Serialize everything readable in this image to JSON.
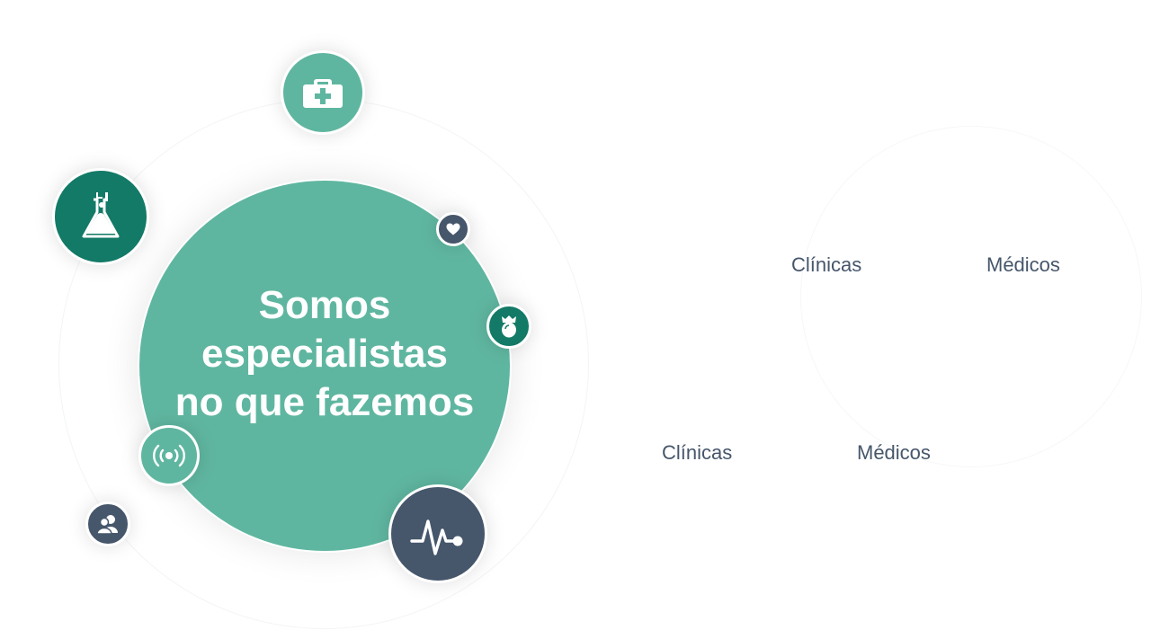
{
  "hero": {
    "title": "Somos\nespecialistas\nno que fazemos"
  },
  "labels": {
    "row1_left": "Clínicas",
    "row1_right": "Médicos",
    "row2_left": "Clínicas",
    "row2_right": "Médicos"
  },
  "colors": {
    "primary_green": "#5fb6a0",
    "dark_green": "#127a66",
    "slate": "#46566b",
    "text": "#46566b"
  },
  "icons": [
    "medical-kit-icon",
    "lab-flask-icon",
    "heart-icon",
    "tooth-icon",
    "broadcast-icon",
    "users-icon",
    "heartbeat-icon"
  ]
}
